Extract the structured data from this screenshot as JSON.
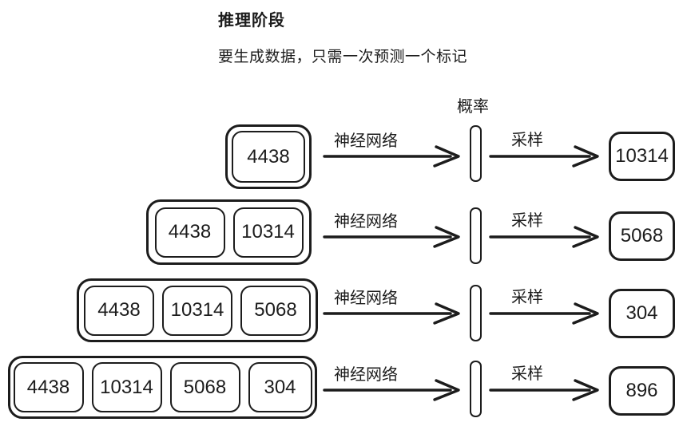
{
  "title": "推理阶段",
  "subtitle": "要生成数据，只需一次预测一个标记",
  "probability_label": "概率",
  "colors": {
    "ink": "#1c1c1c",
    "background": "#ffffff"
  },
  "rows": [
    {
      "context_tokens": [
        "4438"
      ],
      "nn_label": "神经网络",
      "sample_label": "采样",
      "output_token": "10314"
    },
    {
      "context_tokens": [
        "4438",
        "10314"
      ],
      "nn_label": "神经网络",
      "sample_label": "采样",
      "output_token": "5068"
    },
    {
      "context_tokens": [
        "4438",
        "10314",
        "5068"
      ],
      "nn_label": "神经网络",
      "sample_label": "采样",
      "output_token": "304"
    },
    {
      "context_tokens": [
        "4438",
        "10314",
        "5068",
        "304"
      ],
      "nn_label": "神经网络",
      "sample_label": "采样",
      "output_token": "896"
    }
  ]
}
